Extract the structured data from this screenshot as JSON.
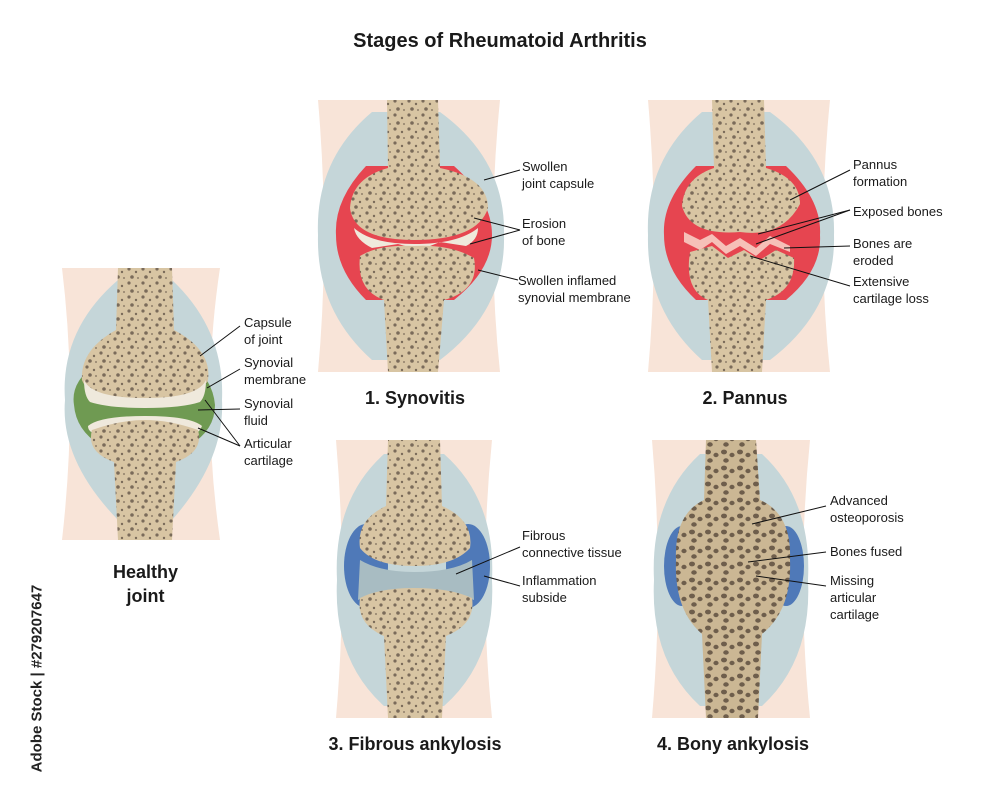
{
  "title": "Stages of Rheumatoid Arthritis",
  "stock_id": "Adobe Stock | #279207647",
  "colors": {
    "skin": "#f8e4d8",
    "capsule": "#c5d6d9",
    "bone": "#d8c5a3",
    "bone_dot": "#7a6b5a",
    "cartilage": "#efe9dc",
    "synovial_healthy": "#6f9a52",
    "synovial_inflamed": "#e64550",
    "fibrous": "#a8bcc2",
    "inflammation_subside": "#4f79b8",
    "bony_bone": "#cbb794"
  },
  "joints": {
    "healthy": {
      "label": "Healthy\njoint",
      "callouts": [
        "Capsule\nof joint",
        "Synovial\nmembrane",
        "Synovial\nfluid",
        "Articular\ncartilage"
      ]
    },
    "synovitis": {
      "label": "1. Synovitis",
      "callouts": [
        "Swollen\njoint capsule",
        "Erosion\nof bone",
        "Swollen inflamed\nsynovial membrane"
      ]
    },
    "pannus": {
      "label": "2. Pannus",
      "callouts": [
        "Pannus\nformation",
        "Exposed bones",
        "Bones are\neroded",
        "Extensive\ncartilage loss"
      ]
    },
    "fibrous": {
      "label": "3. Fibrous ankylosis",
      "callouts": [
        "Fibrous\nconnective tissue",
        "Inflammation\nsubside"
      ]
    },
    "bony": {
      "label": "4. Bony ankylosis",
      "callouts": [
        "Advanced\nosteoporosis",
        "Bones fused",
        "Missing\narticular\ncartilage"
      ]
    }
  }
}
